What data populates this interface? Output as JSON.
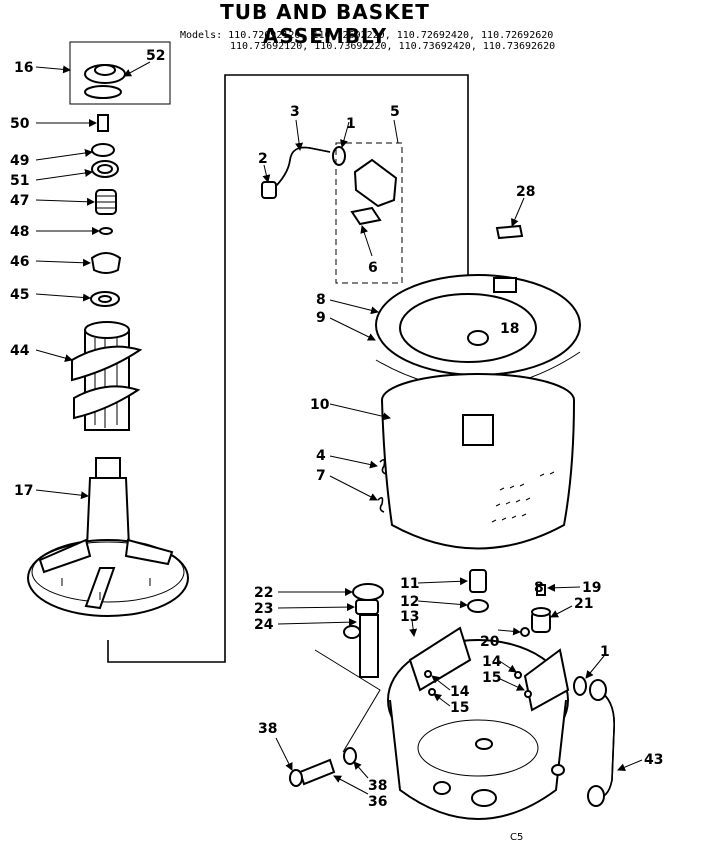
{
  "title": "TUB AND BASKET ASSEMBLY",
  "models_line1": "Models: 110.72692120, 110.72692220, 110.72692420, 110.72692620",
  "models_line2": "110.73692120, 110.73692220, 110.73692420, 110.73692620",
  "footer_code": "C5",
  "callouts": {
    "c16": "16",
    "c52": "52",
    "c50": "50",
    "c49": "49",
    "c51": "51",
    "c47": "47",
    "c48": "48",
    "c46": "46",
    "c45": "45",
    "c44": "44",
    "c17": "17",
    "c3": "3",
    "c1a": "1",
    "c5": "5",
    "c2": "2",
    "c6": "6",
    "c28": "28",
    "c8": "8",
    "c9": "9",
    "c18": "18",
    "c10": "10",
    "c4": "4",
    "c7": "7",
    "c11": "11",
    "c12": "12",
    "c13": "13",
    "c22": "22",
    "c23": "23",
    "c24": "24",
    "c8b": "8",
    "c19": "19",
    "c21": "21",
    "c20": "20",
    "c14a": "14",
    "c15a": "15",
    "c14b": "14",
    "c15b": "15",
    "c1b": "1",
    "c43": "43",
    "c38a": "38",
    "c38b": "38",
    "c36": "36"
  }
}
